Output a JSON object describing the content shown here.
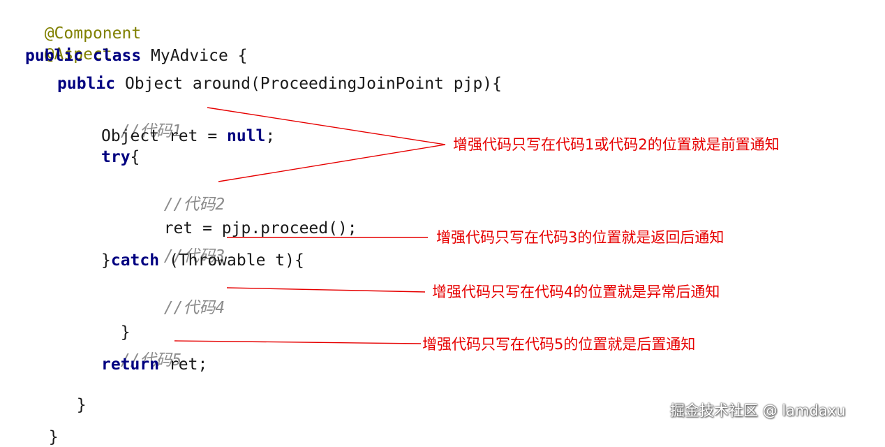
{
  "code": {
    "annotation_component": "@Component",
    "annotation_aspect": "@Aspect",
    "class_kw": "public class",
    "class_name": " MyAdvice {",
    "method_kw": "public",
    "method_sig": " Object around(ProceedingJoinPoint pjp){",
    "comment1": "//代码1",
    "ret_decl": "Object ret = ",
    "null_kw": "null",
    "semicolon": ";",
    "try_kw": "try",
    "brace_open": "{",
    "comment2": "//代码2",
    "proceed": "ret = pjp.proceed();",
    "comment3": "//代码3",
    "close_brace_prefix": "}",
    "catch_kw": "catch",
    "catch_sig": " (Throwable t){",
    "comment4": "//代码4",
    "close_brace": "}",
    "comment5": "//代码5",
    "return_kw": "return",
    "return_rest": " ret;",
    "method_close": "}",
    "class_close": "}"
  },
  "labels": {
    "before": "增强代码只写在代码1或代码2的位置就是前置通知",
    "after_returning": "增强代码只写在代码3的位置就是返回后通知",
    "after_throwing": "增强代码只写在代码4的位置就是异常后通知",
    "after": "增强代码只写在代码5的位置就是后置通知"
  },
  "watermark": "掘金技术社区 @ lamdaxu",
  "colors": {
    "annotation": "#808000",
    "keyword": "#000080",
    "comment": "#8c8c8c",
    "label": "#e60000",
    "connector": "#e60000"
  }
}
